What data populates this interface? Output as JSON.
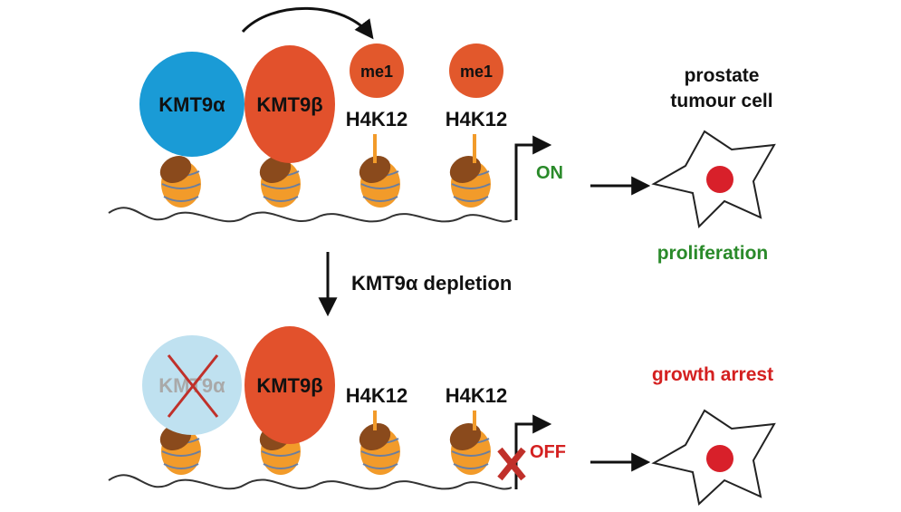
{
  "top": {
    "kmt9a_label": "KMT9α",
    "kmt9b_label": "KMT9β",
    "me1_labels": [
      "me1",
      "me1"
    ],
    "h4k12_labels": [
      "H4K12",
      "H4K12"
    ],
    "state_label": "ON",
    "cell_label_line1": "prostate",
    "cell_label_line2": "tumour cell",
    "outcome": "proliferation"
  },
  "middle": {
    "depletion_label": "KMT9α depletion"
  },
  "bottom": {
    "kmt9a_label": "KMT9α",
    "kmt9b_label": "KMT9β",
    "h4k12_labels": [
      "H4K12",
      "H4K12"
    ],
    "state_label": "OFF",
    "outcome": "growth arrest"
  },
  "colors": {
    "kmt9a": "#1a9bd6",
    "kmt9a_depleted": "#bfe1f0",
    "kmt9b": "#e2512c",
    "me1": "#e2582c",
    "nucleosome": "#f29b2a",
    "nucleosome_dark": "#8a4a1c",
    "on_text": "#2a8a2a",
    "off_text": "#d42020",
    "cross": "#c0302a",
    "nucleus": "#d8202a"
  }
}
